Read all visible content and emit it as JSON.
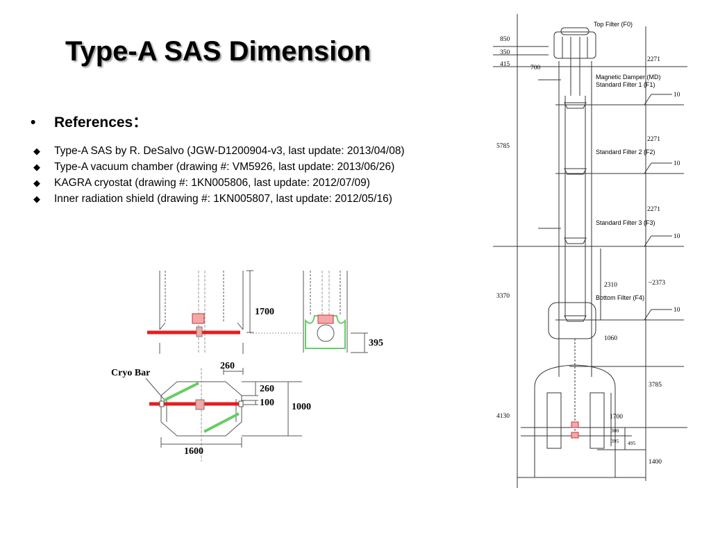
{
  "title": "Type-A SAS Dimension",
  "references": {
    "bullet": "•",
    "heading": "References",
    "colon": "：",
    "items": [
      "Type-A SAS by R. DeSalvo (JGW-D1200904-v3, last update: 2013/04/08)",
      "Type-A vacuum chamber (drawing #: VM5926, last update: 2013/06/26)",
      "KAGRA cryostat (drawing #: 1KN005806, last update: 2012/07/09)",
      "Inner radiation shield (drawing #: 1KN005807, last update: 2012/05/16)"
    ]
  },
  "cryostat_drawing": {
    "dim_1700": "1700",
    "dim_395": "395",
    "dim_260_top": "260",
    "dim_260_right": "260",
    "dim_100": "100",
    "dim_1000": "1000",
    "dim_1600": "1600",
    "cryo_bar_label": "Cryo Bar",
    "bar_color": "#e41e1e",
    "mass_color": "#f4a8a8",
    "shield_color": "#66cc66"
  },
  "sas_drawing": {
    "filter_labels": {
      "top_filter": "Top Filter (F0)",
      "magnetic_damper": "Magnetic Damper (MD)",
      "standard_filter_1": "Standard Filter 1 (F1)",
      "standard_filter_2": "Standard Filter 2 (F2)",
      "standard_filter_3": "Standard Filter 3 (F3)",
      "bottom_filter": "Bottom Filter (F4)"
    },
    "left_dims": {
      "d850": "850",
      "d350": "350",
      "d415": "415",
      "d700": "700",
      "d5785": "5785",
      "d3370": "3370",
      "d4130": "4130"
    },
    "right_dims": {
      "d2271_a": "2271",
      "d2271_b": "2271",
      "d2271_c": "2271",
      "d2310": "2310",
      "d2373": "~2373",
      "d1060": "1060",
      "d3785": "3785",
      "d1700": "1700",
      "d300": "300",
      "d395": "395",
      "d495": "495",
      "d1400": "1400"
    },
    "leader_values": [
      "10",
      "10",
      "10",
      "10"
    ]
  }
}
